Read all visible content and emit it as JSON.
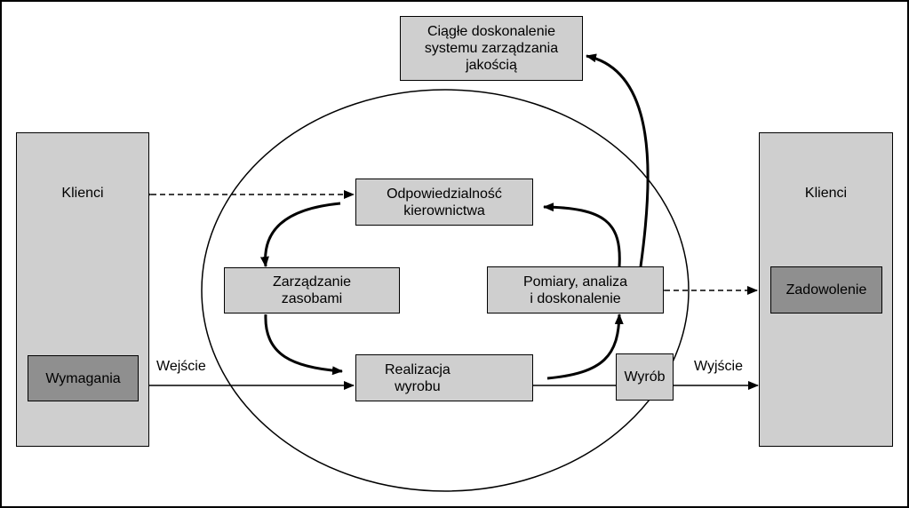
{
  "left_column": {
    "header": "Klienci",
    "inner_box": "Wymagania"
  },
  "right_column": {
    "header": "Klienci",
    "inner_box": "Zadowolenie"
  },
  "top_box": "Ciągłe doskonalenie\nsystemu zarządzania\njakością",
  "process": {
    "management": "Odpowiedzialność\nkierownictwa",
    "resources": "Zarządzanie\nzasobami",
    "realization": "Realizacja\nwyrobu",
    "measurement": "Pomiary, analiza\ni doskonalenie"
  },
  "product": "Wyrób",
  "input_label": "Wejście",
  "output_label": "Wyjście"
}
